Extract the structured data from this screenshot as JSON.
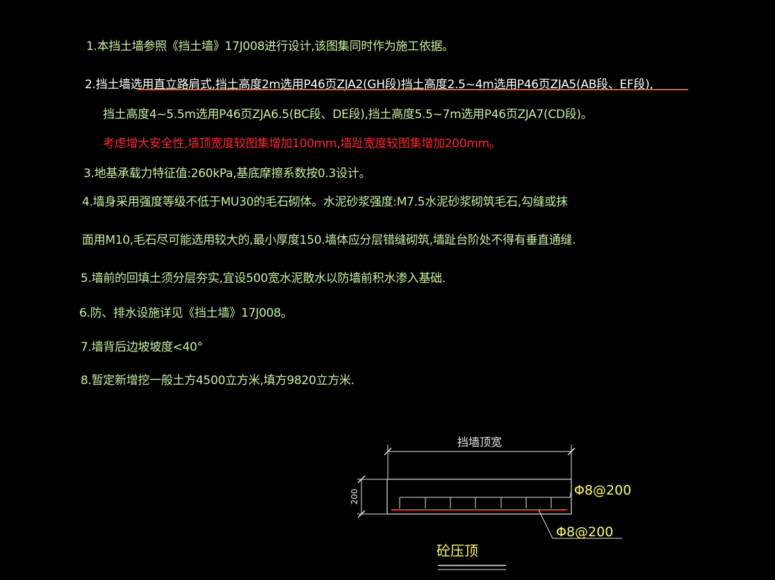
{
  "notes": [
    "1.本挡土墙参照《挡土墙》17J008进行设计,该图集同时作为施工依据。",
    "2.挡土墙选用直立路肩式,挡土高度2m选用P46页ZJA2(GH段)挡土高度2.5~4m选用P46页ZJA5(AB段、EF段),",
    "挡土高度4~5.5m选用P46页ZJA6.5(BC段、DE段),挡土高度5.5~7m选用P46页ZJA7(CD段)。",
    "考虑增大安全性,墙顶宽度较图集增加100mm,墙趾宽度较图集增加200mm。",
    "3.地基承载力特征值:260kPa,基底摩擦系数按0.3设计。",
    "4.墙身采用强度等级不低于MU30的毛石砌体。水泥砂浆强度:M7.5水泥砂浆砌筑毛石,勾缝或抹",
    "面用M10,毛石尽可能选用较大的,最小厚度150.墙体应分层错缝砌筑,墙趾台阶处不得有垂直通缝.",
    "5.墙前的回填土须分层夯实,宜设500宽水泥散水以防墙前积水渗入基础.",
    "6.防、排水设施详见《挡土墙》17J008。",
    "7.墙背后边坡坡度<40°",
    "8.暂定新增挖一般土方4500立方米,填方9820立方米."
  ],
  "detail": {
    "width_label": "挡墙顶宽",
    "height_label": "200",
    "rebar_top": "Φ8@200",
    "rebar_bottom": "Φ8@200",
    "title": "砼压顶"
  },
  "colors": {
    "background": "#000000",
    "note_text": "#c8f0a0",
    "red_text": "#ff2a2a",
    "underline": "#e8621a",
    "rebar_label": "#ffff66"
  }
}
